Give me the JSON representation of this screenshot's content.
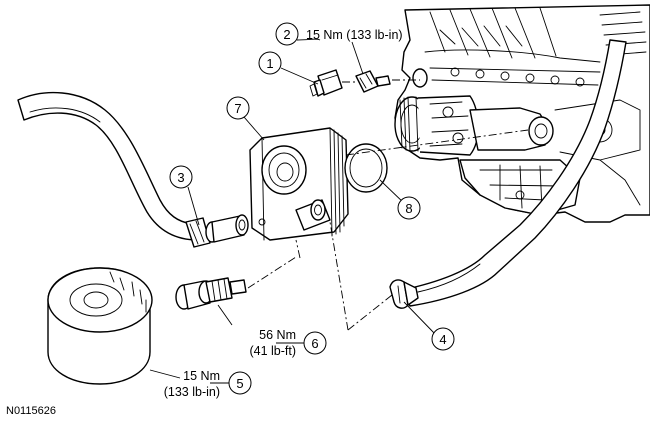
{
  "figure_id": "N0115626",
  "callouts": {
    "c1": {
      "number": "1"
    },
    "c2": {
      "number": "2",
      "torque": "15 Nm (133 lb-in)"
    },
    "c3": {
      "number": "3"
    },
    "c4": {
      "number": "4"
    },
    "c5": {
      "number": "5",
      "torque_line1": "15 Nm",
      "torque_line2": "(133 lb-in)"
    },
    "c6": {
      "number": "6",
      "torque_line1": "56 Nm",
      "torque_line2": "(41 lb-ft)"
    },
    "c7": {
      "number": "7"
    },
    "c8": {
      "number": "8"
    }
  }
}
